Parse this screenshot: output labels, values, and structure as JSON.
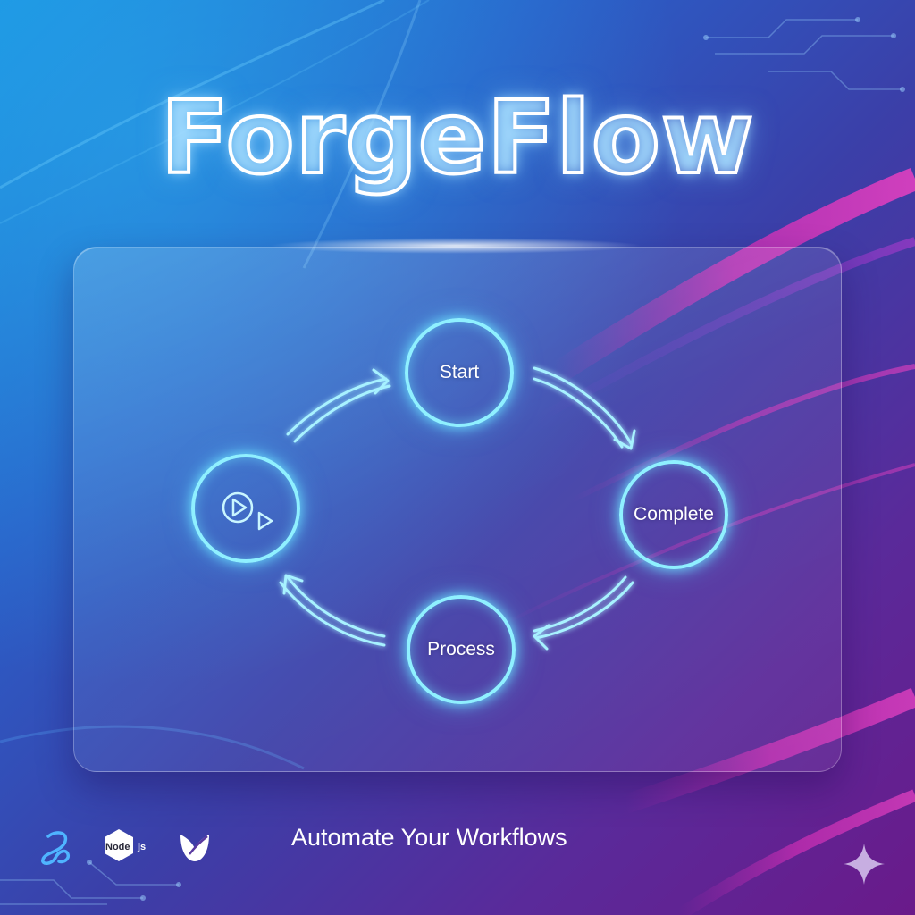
{
  "title": "ForgeFlow",
  "tagline": "Automate Your Workflows",
  "nodes": {
    "start": "Start",
    "complete": "Complete",
    "process": "Process",
    "play_icon": "play-icon"
  },
  "logos": {
    "first": "swirl-logo-icon",
    "nodejs_main": "Node",
    "nodejs_suffix": "js",
    "third": "leaf-logo-icon"
  },
  "decor": {
    "sparkle": "sparkle-icon"
  },
  "colors": {
    "node_ring": "#8ff0ff",
    "accent_magenta": "#d22ab4",
    "bg_start": "#1a8fe0",
    "bg_end": "#6a1a8a"
  }
}
